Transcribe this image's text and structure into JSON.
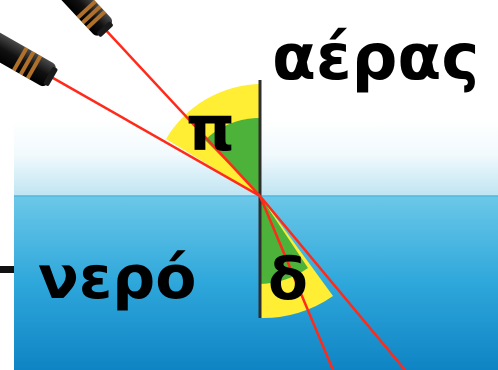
{
  "labels": {
    "air": "αέρας",
    "water": "νερό",
    "incidence_angle": "π",
    "refraction_angle": "δ"
  },
  "colors": {
    "sky_top": "#ffffff",
    "sky_bottom": "#bfe4f2",
    "water_top": "#5fc3e6",
    "water_bottom": "#0f84c4",
    "laser": "#ff2a1a",
    "angle_fill_yellow": "#ffee33",
    "angle_fill_green": "#4db23a",
    "normal_line": "#2e2e2e",
    "text": "#000000"
  },
  "icons": {
    "incident_laser": "laser-pointer-icon",
    "second_laser": "laser-pointer-icon"
  }
}
